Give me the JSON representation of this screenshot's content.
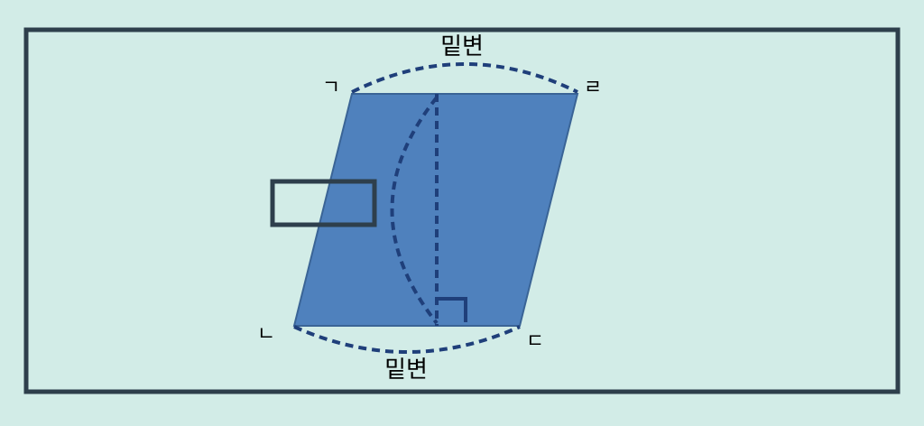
{
  "diagram": {
    "labels": {
      "top_base": "밑변",
      "bottom_base": "밑변",
      "vertex_top_left": "ㄱ",
      "vertex_top_right": "ㄹ",
      "vertex_bottom_left": "ㄴ",
      "vertex_bottom_right": "ㄷ",
      "blank_box": ""
    },
    "colors": {
      "background": "#d2ece7",
      "frame": "#2e3f4c",
      "parallelogram_fill": "#4f81bd",
      "parallelogram_stroke": "#3a6496",
      "dashed_lines": "#1f3f7a",
      "text": "#000000"
    }
  }
}
